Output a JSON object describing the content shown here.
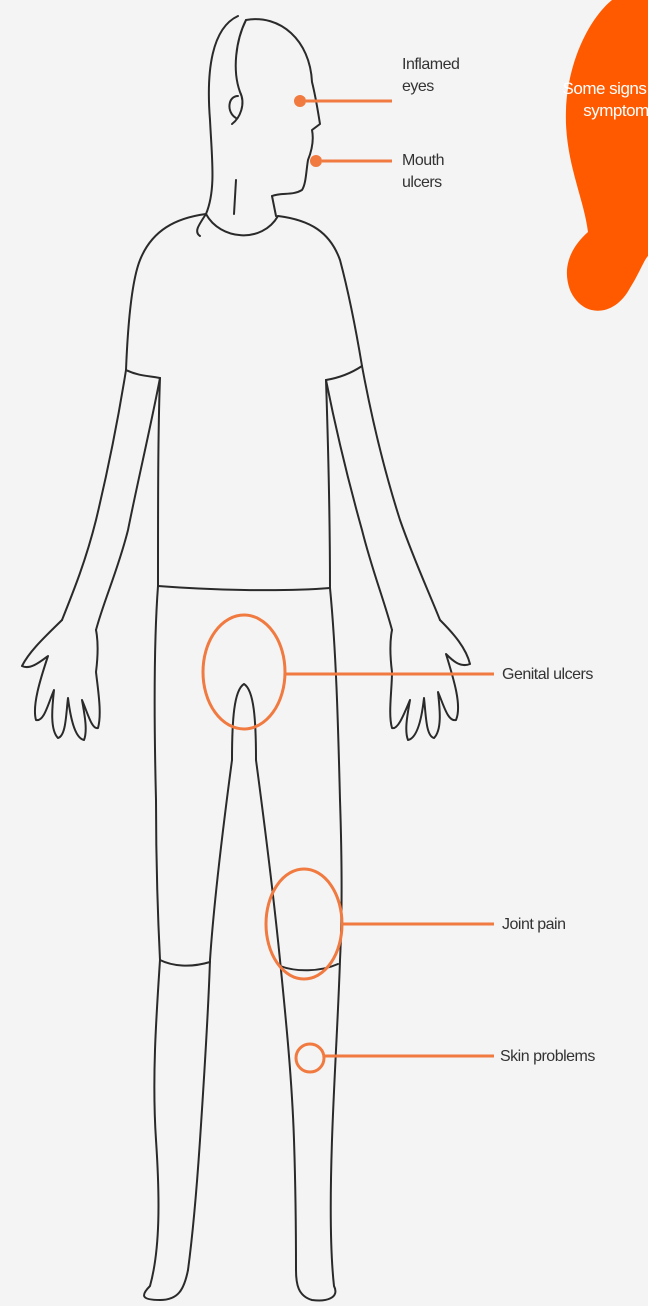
{
  "callouts": {
    "inflamed_eyes": "Inflamed eyes",
    "mouth_ulcers": "Mouth ulcers",
    "genital_ulcers": "Genital ulcers",
    "joint_pain": "Joint pain",
    "skin_problems": "Skin problems"
  },
  "blob": {
    "text": "Some signs and symptoms"
  },
  "colors": {
    "accent": "#ff5a00",
    "marker": "#f07a40",
    "outline": "#2a2a2a",
    "background": "#f4f4f4"
  }
}
